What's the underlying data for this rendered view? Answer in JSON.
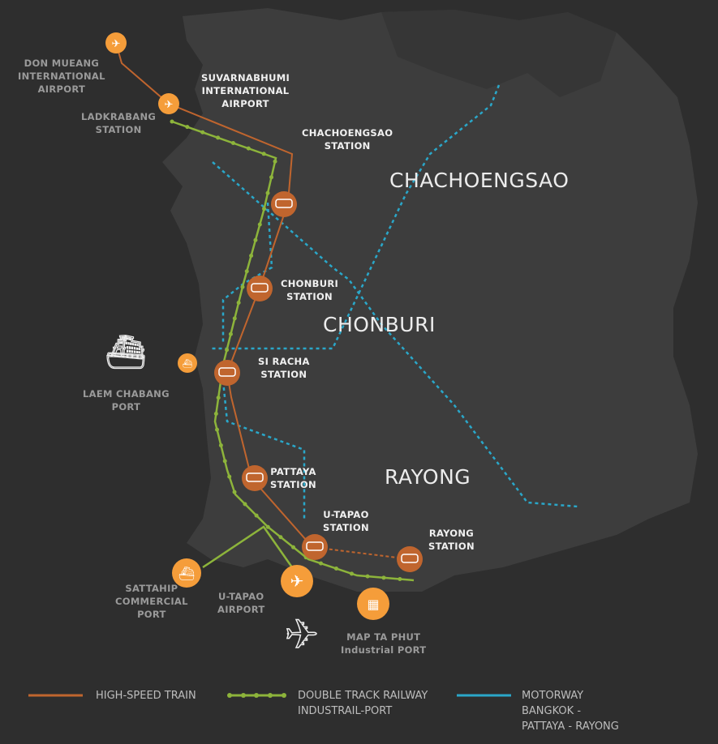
{
  "colors": {
    "background": "#2e2e2e",
    "land": "#3d3d3d",
    "high_speed": "#c0652e",
    "railway": "#8db43b",
    "motorway": "#2aa7c9",
    "icon": "#f59d3a"
  },
  "provinces": {
    "chachoengsao": "CHACHOENGSAO",
    "chonburi": "CHONBURI",
    "rayong": "RAYONG"
  },
  "places": {
    "don_mueang": "DON MUEANG\nINTERNATIONAL\nAIRPORT",
    "suvarnabhumi": "SUVARNABHUMI\nINTERNATIONAL\nAIRPORT",
    "ladkrabang": "LADKRABANG\nSTATION",
    "chachoengsao_station": "CHACHOENGSAO\nSTATION",
    "chonburi_station": "CHONBURI\nSTATION",
    "si_racha": "SI RACHA\nSTATION",
    "laem_chabang": "LAEM CHABANG\nPORT",
    "pattaya": "PATTAYA\nSTATION",
    "u_tapao_station": "U-TAPAO\nSTATION",
    "rayong_station": "RAYONG\nSTATION",
    "sattahip": "SATTAHIP\nCOMMERCIAL\nPORT",
    "u_tapao_airport": "U-TAPAO\nAIRPORT",
    "map_ta_phut": "MAP TA PHUT\nIndustrial PORT"
  },
  "legend": {
    "high_speed": "HIGH-SPEED TRAIN",
    "railway": "DOUBLE TRACK RAILWAY\nINDUSTRAIL-PORT",
    "motorway": "MOTORWAY\nBANGKOK -\nPATTAYA - RAYONG"
  }
}
